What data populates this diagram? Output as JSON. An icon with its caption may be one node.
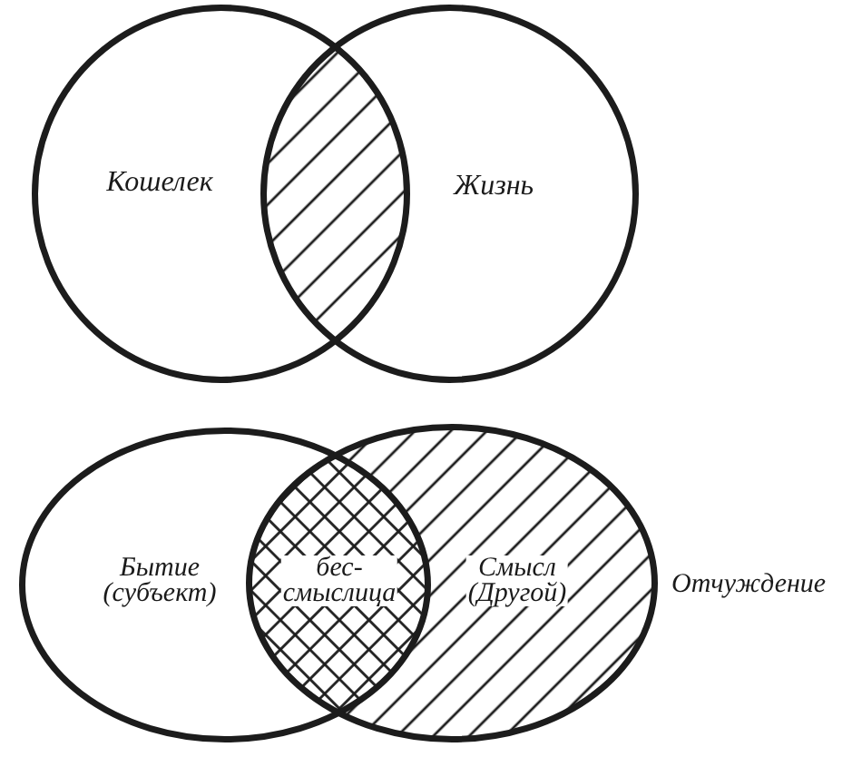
{
  "diagram": {
    "nodes": [
      {
        "text": [
          "Кошелек"
        ]
      },
      {
        "text": [
          "Жизнь"
        ]
      },
      {
        "text": [],
        "shape": "lens"
      },
      {
        "text": [
          "Бытие (субъект)"
        ]
      },
      {
        "text": [
          "бес-смыслица"
        ]
      },
      {
        "text": [
          "Смысл (Другой)"
        ],
        "beside": [
          "Отчуждение"
        ]
      }
    ]
  }
}
